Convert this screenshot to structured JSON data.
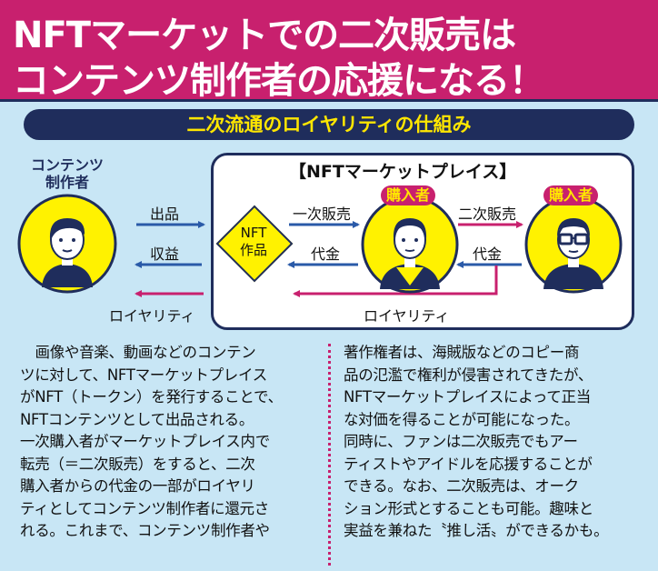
{
  "header": {
    "line1": "NFTマーケットでの二次販売は",
    "line2": "コンテンツ制作者の応援になる！"
  },
  "banner": {
    "title": "二次流通のロイヤリティの仕組み"
  },
  "diagram": {
    "creator_label_1": "コンテンツ",
    "creator_label_2": "制作者",
    "market_title": "【NFTマーケットプレイス】",
    "buyer1_label": "購入者",
    "buyer2_label": "購入者",
    "nft_line1": "NFT",
    "nft_line2": "作品",
    "listing_label": "出品",
    "revenue_label": "収益",
    "first_sale_label": "一次販売",
    "second_sale_label": "二次販売",
    "payment_label_1": "代金",
    "payment_label_2": "代金",
    "royalty_label_1": "ロイヤリティ",
    "royalty_label_2": "ロイヤリティ"
  },
  "colors": {
    "header_bg": "#c8206e",
    "navy": "#1f2d5c",
    "yellow": "#fff200",
    "magenta": "#c8206e",
    "arrow_blue": "#2a5aa8",
    "background": "#c8e6f5"
  },
  "text": {
    "left": [
      "画像や音楽、動画などのコンテン",
      "ツに対して、NFTマーケットプレイス",
      "がNFT（トークン）を発行することで、",
      "NFTコンテンツとして出品される。",
      "一次購入者がマーケットプレイス内で",
      "転売（＝二次販売）をすると、二次",
      "購入者からの代金の一部がロイヤリ",
      "ティとしてコンテンツ制作者に還元さ",
      "れる。これまで、コンテンツ制作者や"
    ],
    "right": [
      "著作権者は、海賊版などのコピー商",
      "品の氾濫で権利が侵害されてきたが、",
      "NFTマーケットプレイスによって正当",
      "な対価を得ることが可能になった。",
      "同時に、ファンは二次販売でもアー",
      "ティストやアイドルを応援することが",
      "できる。なお、二次販売は、オーク",
      "ション形式とすることも可能。趣味と",
      "実益を兼ねた〝推し活〟ができるかも。"
    ]
  }
}
